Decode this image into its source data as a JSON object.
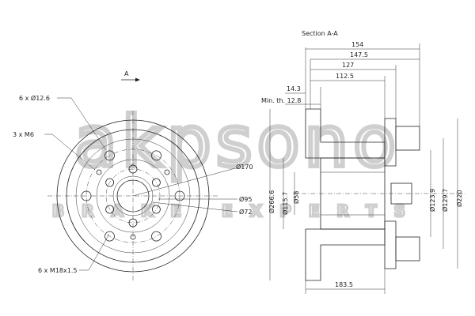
{
  "section_title": "Section A-A",
  "view_marker": "A",
  "watermark": {
    "brand": "akpsono",
    "subtitle": "BRAKE EXPERTS"
  },
  "front_view": {
    "bolt_holes_label": "6 x Ø12.6",
    "small_holes_label": "3 x M6",
    "threaded_holes_label": "6 x M18x1.5",
    "pcd_170": "Ø170",
    "pcd_95": "Ø95",
    "pcd_72": "Ø72"
  },
  "section_view": {
    "d154": "154",
    "d147_5": "147.5",
    "d127": "127",
    "d112_5": "112.5",
    "d14_3": "14.3",
    "min_th": "Min. th.  12.8",
    "d183_5": "183.5",
    "dia_266_6": "Ø266.6",
    "dia_115_7": "Ø115.7",
    "dia_58": "Ø58",
    "dia_123_9": "Ø123.9",
    "dia_129_7": "Ø129.7",
    "dia_220": "Ø220"
  }
}
